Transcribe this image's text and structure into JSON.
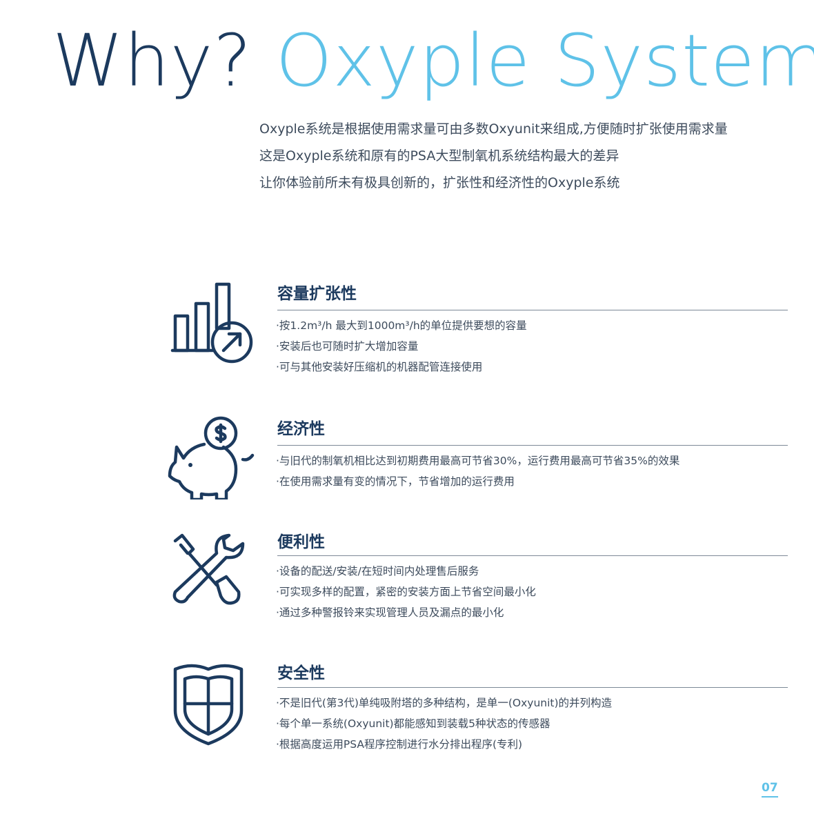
{
  "header": {
    "title_part1": "Why?",
    "title_part2": "Oxyple System",
    "intro_lines": [
      "Oxyple系统是根据使用需求量可由多数Oxyunit来组成,方便随时扩张使用需求量",
      "这是Oxyple系统和原有的PSA大型制氧机系统结构最大的差异",
      "让你体验前所未有极具创新的，扩张性和经济性的Oxyple系统"
    ]
  },
  "sections": [
    {
      "icon": "bar-chart-growth-icon",
      "heading": "容量扩张性",
      "items": [
        "·按1.2m³/h 最大到1000m³/h的单位提供要想的容量",
        "·安装后也可随时扩大增加容量",
        "·可与其他安装好压缩机的机器配管连接使用"
      ]
    },
    {
      "icon": "piggy-bank-icon",
      "heading": "经济性",
      "items": [
        "·与旧代的制氧机相比达到初期费用最高可节省30%，运行费用最高可节省35%的效果",
        "·在使用需求量有变的情况下，节省增加的运行费用"
      ]
    },
    {
      "icon": "tools-icon",
      "heading": "便利性",
      "items": [
        "·设备的配送/安装/在短时间内处理售后服务",
        "·可实现多样的配置，紧密的安装方面上节省空间最小化",
        "·通过多种警报铃来实现管理人员及漏点的最小化"
      ]
    },
    {
      "icon": "shield-icon",
      "heading": "安全性",
      "items": [
        "·不是旧代(第3代)单纯吸附塔的多种结构，是单一(Oxyunit)的并列构造",
        "·每个单一系统(Oxyunit)都能感知到装载5种状态的传感器",
        "·根据高度运用PSA程序控制进行水分排出程序(专利)"
      ]
    }
  ],
  "footer": {
    "page_number": "07"
  },
  "colors": {
    "dark_blue": "#1c3a5e",
    "light_blue": "#5fc2e8"
  }
}
